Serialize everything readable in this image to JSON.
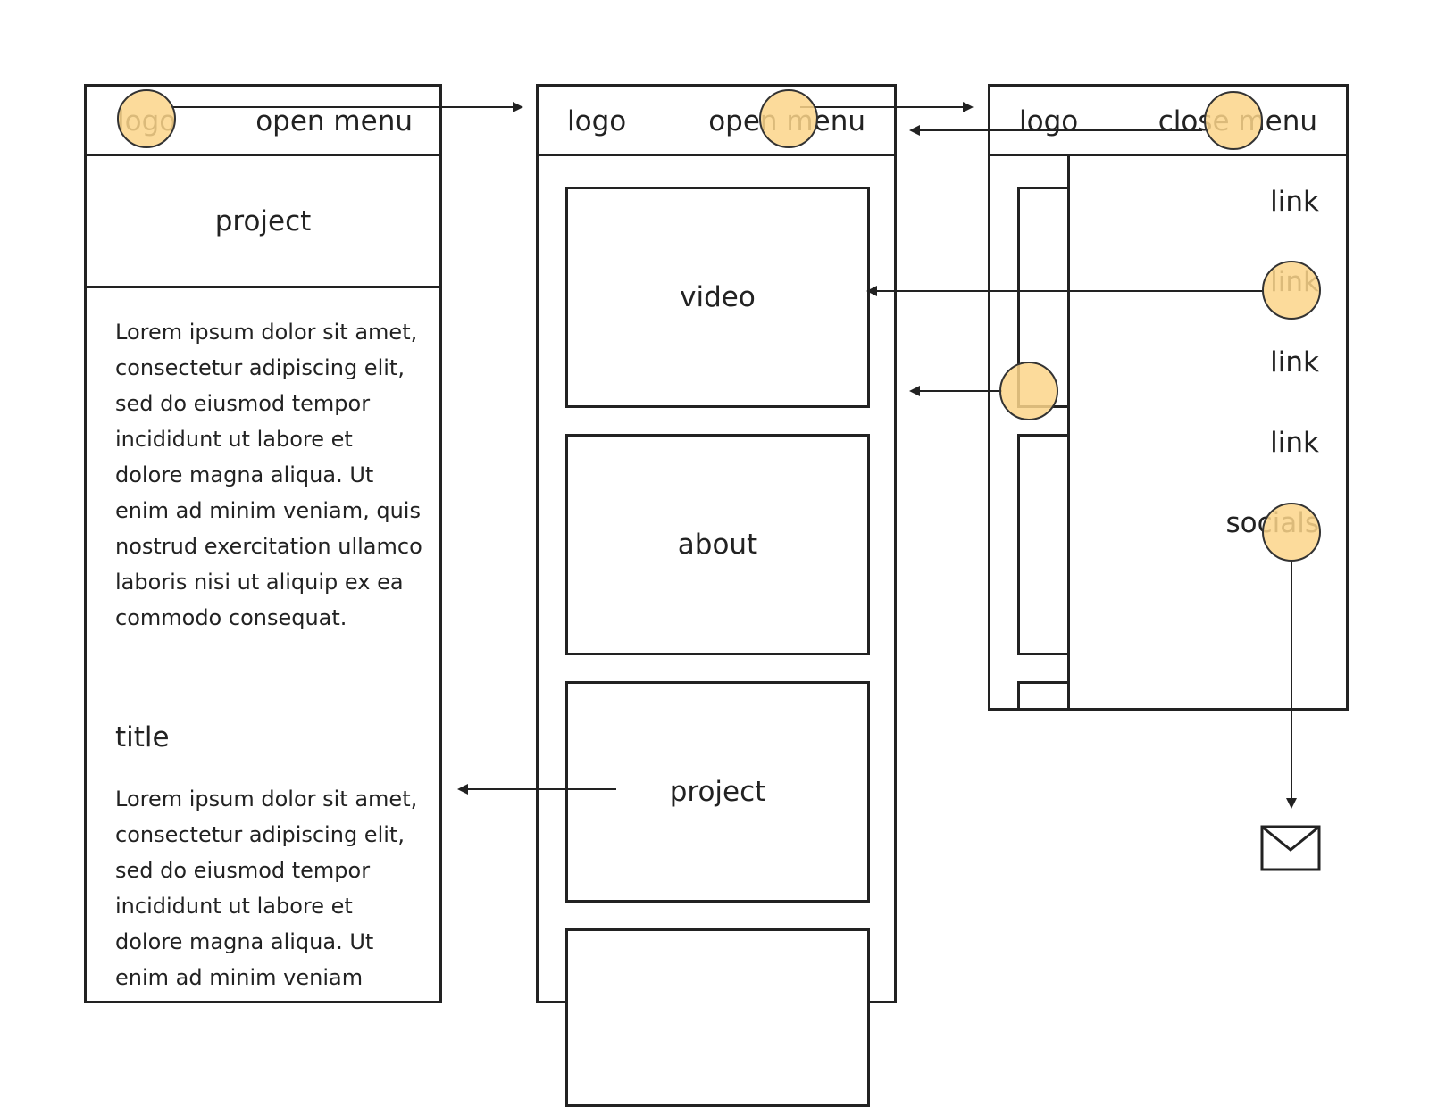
{
  "frame1": {
    "logo": "logo",
    "menu": "open menu",
    "hero": "project",
    "paragraph1": "Lorem ipsum dolor sit amet, consectetur adipiscing elit, sed do eiusmod tempor incididunt ut labore et dolore magna aliqua. Ut enim ad minim veniam, quis nostrud exercitation ullamco laboris nisi ut aliquip ex ea commodo consequat.",
    "title": "title",
    "paragraph2": "Lorem ipsum dolor sit amet, consectetur adipiscing elit, sed do eiusmod tempor incididunt ut labore et dolore magna aliqua. Ut enim ad minim veniam"
  },
  "frame2": {
    "logo": "logo",
    "menu": "open menu",
    "tiles": [
      "video",
      "about",
      "project",
      ""
    ]
  },
  "frame3": {
    "logo": "logo",
    "menu": "close menu",
    "links": [
      "link",
      "link",
      "link",
      "link"
    ],
    "socials": "socials"
  },
  "colors": {
    "stroke": "#222222",
    "highlight": "#fcd589",
    "highlight_stroke": "#333333"
  },
  "icons": [
    "mail-icon",
    "arrow-icon"
  ]
}
